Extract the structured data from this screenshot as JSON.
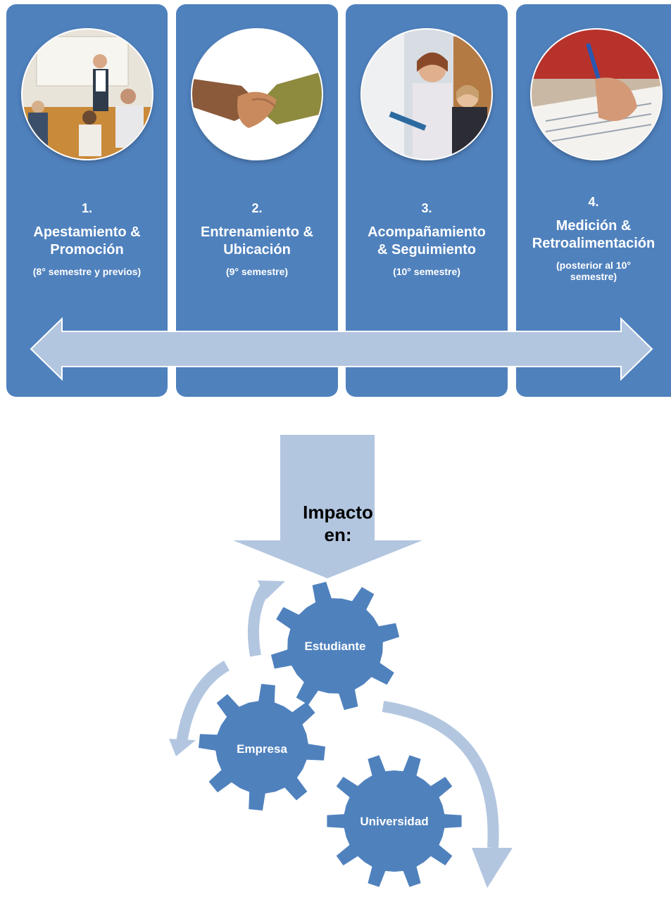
{
  "stages": [
    {
      "number": "1.",
      "title_line1": "Apestamiento &",
      "title_line2": "Promoción",
      "subtitle_line1": "(8° semestre y previos)",
      "subtitle_line2": "",
      "photo": "classroom-presentation"
    },
    {
      "number": "2.",
      "title_line1": "Entrenamiento &",
      "title_line2": "Ubicación",
      "subtitle_line1": "(9° semestre)",
      "subtitle_line2": "",
      "photo": "handshake"
    },
    {
      "number": "3.",
      "title_line1": "Acompañamiento",
      "title_line2": "& Seguimiento",
      "subtitle_line1": "(10° semestre)",
      "subtitle_line2": "",
      "photo": "mentoring"
    },
    {
      "number": "4.",
      "title_line1": "Medición &",
      "title_line2": "Retroalimentación",
      "subtitle_line1": "(posterior al 10°",
      "subtitle_line2": "semestre)",
      "photo": "writing-evaluation"
    }
  ],
  "impact": {
    "line1": "Impacto",
    "line2": "en:"
  },
  "gears": [
    {
      "label": "Estudiante"
    },
    {
      "label": "Empresa"
    },
    {
      "label": "Universidad"
    }
  ],
  "colors": {
    "panel": "#4f81bd",
    "arrow": "#b3c6e0",
    "gear": "#4f81bd"
  }
}
